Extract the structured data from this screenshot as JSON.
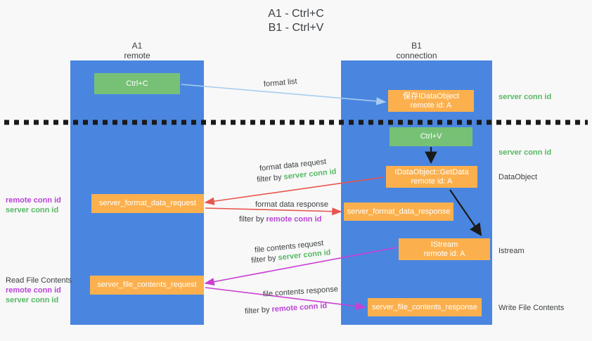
{
  "title": {
    "line1": "A1 - Ctrl+C",
    "line2": "B1 - Ctrl+V"
  },
  "columns": [
    {
      "name": "A1",
      "subtitle": "remote"
    },
    {
      "name": "B1",
      "subtitle": "connection"
    }
  ],
  "boxes": {
    "ctrl_c": {
      "label": "Ctrl+C",
      "color": "#76c176"
    },
    "ctrl_v": {
      "label": "Ctrl+V",
      "color": "#76c176"
    },
    "save_idataobject": {
      "label": "保存IDataObject",
      "sub": "remote id: A",
      "color": "#fbb04d"
    },
    "get_data": {
      "label": "IDataObject::GetData",
      "sub": "remote id: A",
      "color": "#fbb04d"
    },
    "format_data_request": {
      "label": "server_format_data_request",
      "color": "#fbb04d"
    },
    "format_data_response": {
      "label": "server_format_data_response",
      "color": "#fbb04d"
    },
    "istream": {
      "label": "IStream",
      "sub": "remote id: A",
      "color": "#fbb04d"
    },
    "file_contents_request": {
      "label": "server_file_contents_request",
      "color": "#fbb04d"
    },
    "file_contents_response": {
      "label": "server_file_contents_response",
      "color": "#fbb04d"
    }
  },
  "edge_labels": {
    "format_list": "format list",
    "format_data_request": "format data request",
    "format_data_request_filter_pre": "filter by ",
    "format_data_request_filter_key": "server conn id",
    "format_data_response": "format data response",
    "format_data_response_filter_pre": "filter by ",
    "format_data_response_filter_key": "remote conn id",
    "file_contents_request": "file contents request",
    "file_contents_request_filter_pre": "filter by ",
    "file_contents_request_filter_key": "server conn id",
    "file_contents_response": "file contents response",
    "file_contents_response_filter_pre": "filter by ",
    "file_contents_response_filter_key": "remote conn id"
  },
  "right_annotations": {
    "server_conn_id_top": "server conn id",
    "server_conn_id_mid": "server conn id",
    "dataobject": "DataObject",
    "istream": "Istream",
    "write_file_contents": "Write File Contents"
  },
  "left_annotations": {
    "remote_conn_id_1": "remote conn id",
    "server_conn_id_1": "server conn id",
    "read_file_contents": "Read File Contents",
    "remote_conn_id_2": "remote conn id",
    "server_conn_id_2": "server conn id"
  },
  "colors": {
    "lane_blue": "#4a86e0",
    "green": "#76c176",
    "orange": "#fbb04d",
    "green_text": "#57b863",
    "purple_text": "#b944d6",
    "arrow_light_blue": "#a8cdf0",
    "arrow_red": "#e8554e",
    "arrow_magenta": "#c93fd4",
    "arrow_black": "#000000",
    "background": "#f8f8f8"
  }
}
